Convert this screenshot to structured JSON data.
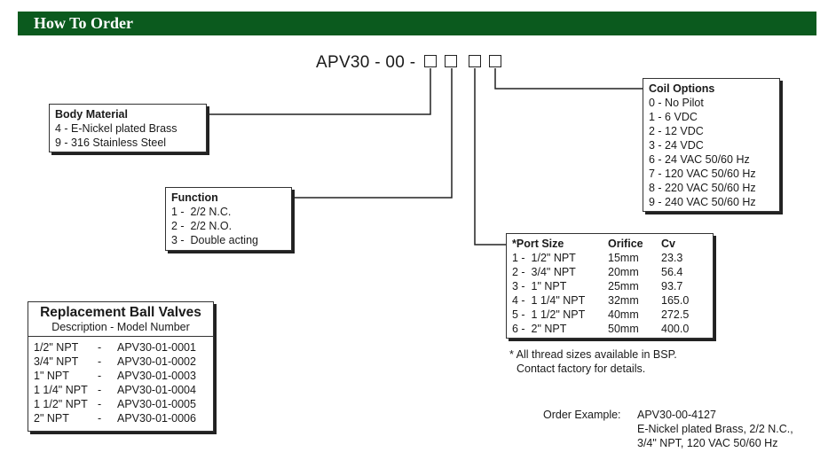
{
  "header": {
    "title": "How To Order"
  },
  "model_code": {
    "prefix": "APV30 - 00 -"
  },
  "body_material": {
    "title": "Body Material",
    "options": [
      "4 - E-Nickel plated Brass",
      "9 - 316 Stainless Steel"
    ]
  },
  "function": {
    "title": "Function",
    "options": [
      "1 -  2/2 N.C.",
      "2 -  2/2 N.O.",
      "3 -  Double acting"
    ]
  },
  "coil_options": {
    "title": "Coil Options",
    "options": [
      "0 - No Pilot",
      "1 - 6 VDC",
      "2 - 12 VDC",
      "3 - 24 VDC",
      "6 - 24 VAC 50/60 Hz",
      "7 - 120 VAC 50/60 Hz",
      "8 - 220 VAC 50/60 Hz",
      "9 - 240 VAC 50/60 Hz"
    ]
  },
  "port_size": {
    "headers": [
      "*Port Size",
      "Orifice",
      "Cv"
    ],
    "rows": [
      [
        "1 -  1/2\" NPT",
        "15mm",
        "23.3"
      ],
      [
        "2 -  3/4\" NPT",
        "20mm",
        "56.4"
      ],
      [
        "3 -  1\" NPT",
        "25mm",
        "93.7"
      ],
      [
        "4 -  1 1/4\" NPT",
        "32mm",
        "165.0"
      ],
      [
        "5 -  1 1/2\" NPT",
        "40mm",
        "272.5"
      ],
      [
        "6 -  2\" NPT",
        "50mm",
        "400.0"
      ]
    ],
    "footnote_1": "* All thread sizes available in BSP.",
    "footnote_2": "Contact factory for details."
  },
  "replacement": {
    "title": "Replacement Ball Valves",
    "subtitle": "Description - Model Number",
    "rows": [
      [
        "1/2\" NPT",
        "-",
        "APV30-01-0001"
      ],
      [
        "3/4\" NPT",
        "-",
        "APV30-01-0002"
      ],
      [
        "1\" NPT",
        "-",
        "APV30-01-0003"
      ],
      [
        "1 1/4\" NPT",
        "-",
        "APV30-01-0004"
      ],
      [
        "1 1/2\" NPT",
        "-",
        "APV30-01-0005"
      ],
      [
        "2\" NPT",
        "-",
        "APV30-01-0006"
      ]
    ]
  },
  "order_example": {
    "label": "Order Example:",
    "lines": [
      "APV30-00-4127",
      "E-Nickel plated Brass, 2/2 N.C.,",
      "3/4\" NPT, 120 VAC 50/60 Hz"
    ]
  }
}
